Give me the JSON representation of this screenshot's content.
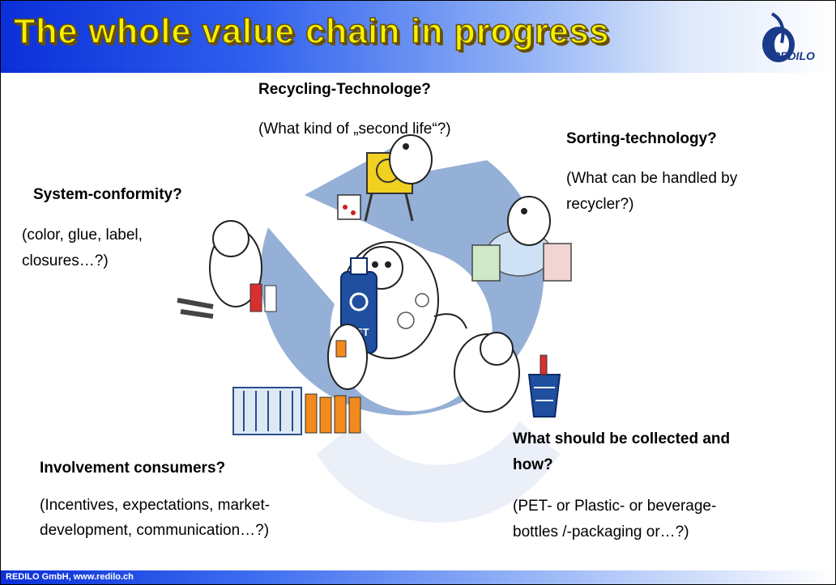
{
  "title": "The whole value chain in progress",
  "logo_text": "REDILO",
  "footer": "REDILO GmbH, www.redilo.ch",
  "stations": {
    "recycling": {
      "heading": "Recycling-Technologe?",
      "detail": "(What kind of „second life“?)"
    },
    "sorting": {
      "heading": "Sorting-technology?",
      "detail_lines": [
        "(What can be handled by",
        "recycler?)"
      ]
    },
    "system": {
      "heading": "System-conformity?",
      "detail_lines": [
        "(color, glue, label,",
        "closures…?)"
      ]
    },
    "collection": {
      "heading_lines": [
        "What should be collected and",
        "how?"
      ],
      "detail_lines": [
        "(PET- or Plastic- or beverage-",
        "bottles /-packaging or…?)"
      ]
    },
    "consumers": {
      "heading": "Involvement consumers?",
      "detail_lines": [
        "(Incentives, expectations, market-",
        "development, communication…?)"
      ]
    }
  },
  "center_label": "PET",
  "colors": {
    "cycle_ring": "#8aa7d2",
    "header_start": "#0a2fd8",
    "title_fill": "#f4f100"
  }
}
